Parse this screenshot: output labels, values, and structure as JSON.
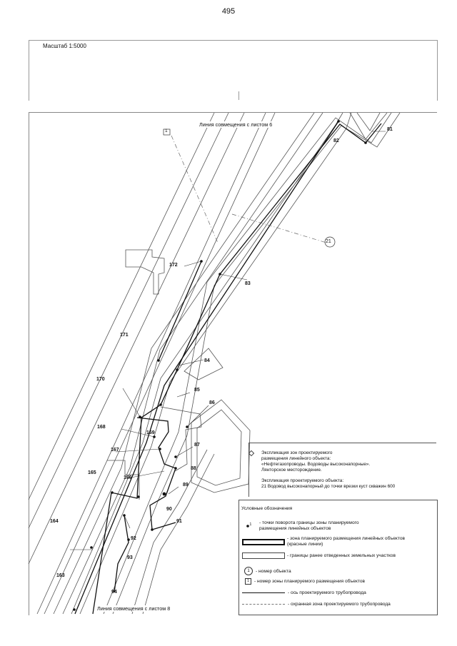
{
  "page_number": "495",
  "scale": "Масштаб 1:5000",
  "seam_top": "Линия совмещения с листом 6",
  "seam_bottom": "Линия совмещения с листом 8",
  "zone_marker": "1",
  "object_marker": "21",
  "points": [
    "81",
    "82",
    "83",
    "84",
    "85",
    "86",
    "87",
    "88",
    "89",
    "90",
    "91",
    "92",
    "93",
    "94",
    "163",
    "164",
    "165",
    "166",
    "167",
    "168",
    "169",
    "170",
    "171",
    "172"
  ],
  "explication": {
    "zones_title": "Экспликация зон проектируемого",
    "zones_title2": "размещения линейного объекта:",
    "zones_object": "«Нефтегазопроводы. Водоводы высоконапорные».",
    "zones_field": "Лянторское месторождение.",
    "object_title": "Экспликация проектируемого объекта:",
    "object_line": "21   Водовод высоконапорный до точки врезки куст скважин 600"
  },
  "legend": {
    "title": "Условные обозначения",
    "point": "- точки поворота границы зоны планируемого",
    "point2": "размещения линейных объектов",
    "zone": "- зона планируемого размещения линейных объектов",
    "zone2": "(красные линии)",
    "parcels": "- границы ранее отведенных земельных участков",
    "object_num_symbol": "1",
    "object_num": "- номер объекта",
    "zone_num_symbol": "1",
    "zone_num": "- номер зоны планируемого размещения объектов",
    "axis": "- ось проектируемого трубопровода",
    "protect": "- охранная зона проектируемого трубопровода"
  }
}
